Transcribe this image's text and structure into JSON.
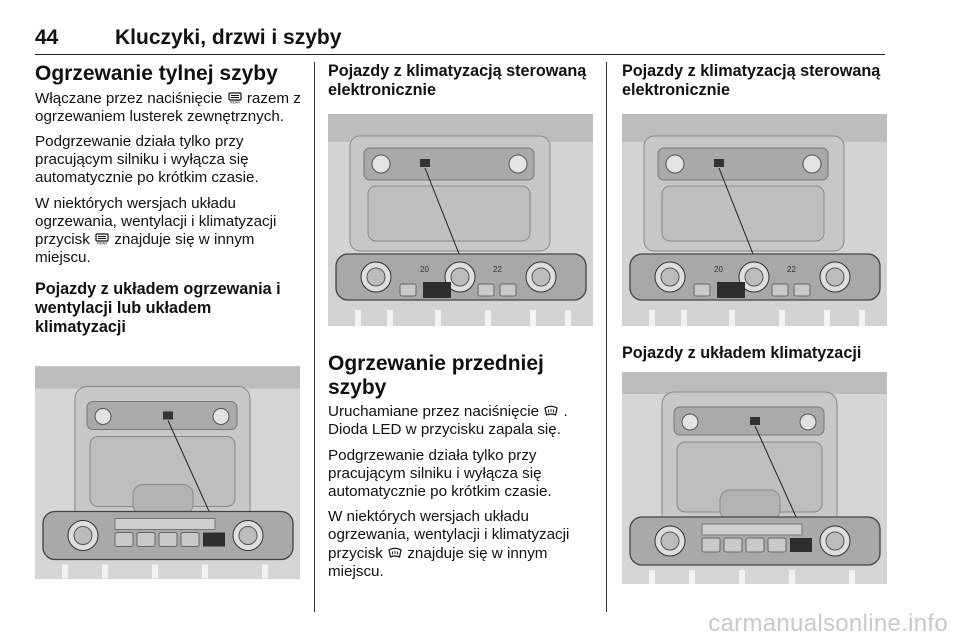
{
  "header": {
    "page_number": "44",
    "title": "Kluczyki, drzwi i szyby"
  },
  "col1": {
    "heading": "Ogrzewanie tylnej szyby",
    "p1_before": "Włączane przez naciśnięcie",
    "p1_icon": "rear-defrost-icon",
    "p1_after": "razem z ogrzewaniem lusterek zewnętrznych.",
    "p2": "Podgrzewanie działa tylko przy pracującym silniku i wyłącza się automatycznie po krótkim czasie.",
    "p3_before": "W niektórych wersjach układu ogrzewania, wentylacji i klimatyzacji przycisk",
    "p3_icon": "rear-defrost-icon",
    "p3_after": "znajduje się w innym miejscu.",
    "subheading": "Pojazdy z układem ogrzewania i wentylacji lub układem klimatyzacji"
  },
  "col2": {
    "subheading": "Pojazdy z klimatyzacją sterowaną elektronicznie",
    "heading": "Ogrzewanie przedniej szyby",
    "p1_before": "Uruchamiane przez naciśnięcie",
    "p1_icon": "front-defrost-icon",
    "p1_after": ". Dioda LED w przycisku zapala się.",
    "p2": "Podgrzewanie działa tylko przy pracującym silniku i wyłącza się automatycznie po krótkim czasie.",
    "p3_before": "W niektórych wersjach układu ogrzewania, wentylacji i klimatyzacji przycisk",
    "p3_icon": "front-defrost-icon",
    "p3_after": "znajduje się w innym miejscu."
  },
  "col3": {
    "subheading1": "Pojazdy z klimatyzacją sterowaną elektronicznie",
    "subheading2": "Pojazdy z układem klimatyzacji"
  },
  "figure_labels": {
    "temp_left": "20",
    "temp_right": "22"
  },
  "watermark": "carmanualsonline.info"
}
